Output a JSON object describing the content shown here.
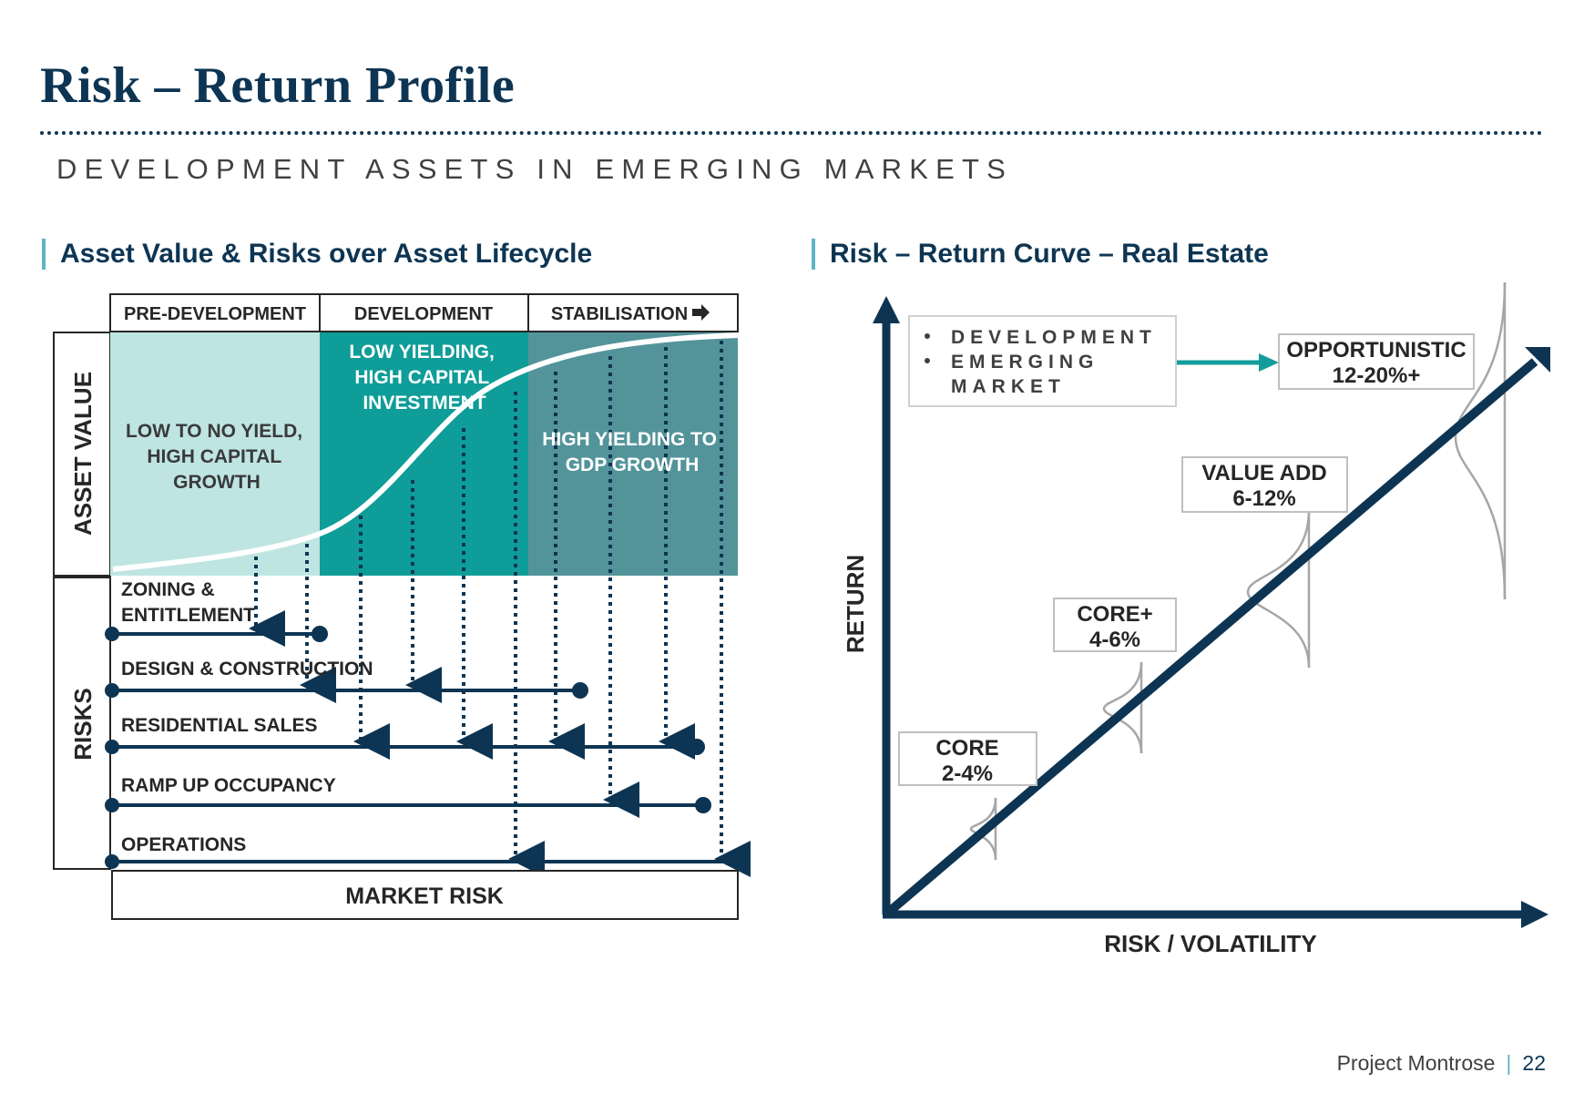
{
  "slide": {
    "title": "Risk – Return Profile",
    "subtitle": "DEVELOPMENT ASSETS IN EMERGING MARKETS",
    "footer": {
      "project": "Project Montrose",
      "page_number": "22"
    }
  },
  "lifecycle": {
    "heading": "Asset Value & Risks over Asset Lifecycle",
    "phases": [
      "PRE-DEVELOPMENT",
      "DEVELOPMENT",
      "STABILISATION"
    ],
    "y_labels": {
      "asset_value": "ASSET VALUE",
      "risks": "RISKS"
    },
    "zones": {
      "pre": [
        "LOW TO NO YIELD,",
        "HIGH CAPITAL",
        "GROWTH"
      ],
      "dev": [
        "LOW YIELDING,",
        "HIGH CAPITAL",
        "INVESTMENT"
      ],
      "stab": [
        "HIGH YIELDING TO",
        "GDP GROWTH"
      ]
    },
    "risks": [
      {
        "label_line1": "ZONING &",
        "label_line2": "ENTITLEMENT"
      },
      {
        "label_line1": "DESIGN & CONSTRUCTION"
      },
      {
        "label_line1": "RESIDENTIAL SALES"
      },
      {
        "label_line1": "RAMP UP OCCUPANCY"
      },
      {
        "label_line1": "OPERATIONS"
      }
    ],
    "market_risk": "MARKET RISK",
    "colors": {
      "pre": "#bfe5e2",
      "dev": "#0e9d98",
      "stab": "#53949a",
      "navy": "#0d3553"
    }
  },
  "risk_return": {
    "heading": "Risk – Return Curve – Real Estate",
    "y_axis": "RETURN",
    "x_axis": "RISK / VOLATILITY",
    "note_items": [
      "DEVELOPMENT",
      "EMERGING",
      "MARKET"
    ],
    "strategies": [
      {
        "name": "CORE",
        "range": "2-4%"
      },
      {
        "name": "CORE+",
        "range": "4-6%"
      },
      {
        "name": "VALUE ADD",
        "range": "6-12%"
      },
      {
        "name": "OPPORTUNISTIC",
        "range": "12-20%+"
      }
    ],
    "colors": {
      "axis": "#0d3553",
      "arrow": "#139c9c"
    }
  }
}
